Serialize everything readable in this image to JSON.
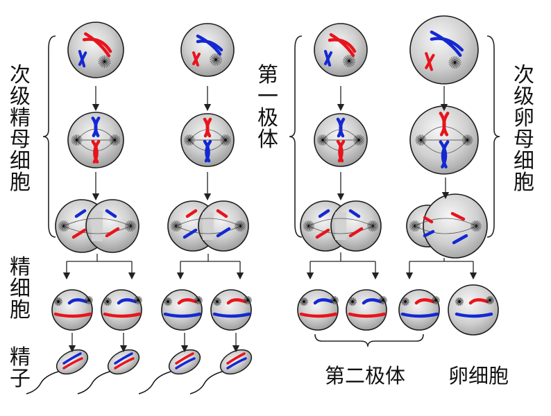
{
  "labels": {
    "secondary_spermatocyte": [
      "次",
      "级",
      "精",
      "母",
      "细",
      "胞"
    ],
    "first_polar_body": [
      "第",
      "一",
      "极",
      "体"
    ],
    "secondary_oocyte": [
      "次",
      "级",
      "卵",
      "母",
      "细",
      "胞"
    ],
    "spermatid": [
      "精",
      "细",
      "胞"
    ],
    "sperm": [
      "精",
      "子"
    ],
    "second_polar_body": "第二极体",
    "egg_cell": "卵细胞"
  },
  "colors": {
    "maternal_chromosome": "#e8141c",
    "paternal_chromosome": "#1428d2",
    "cell_fill": "#c8c8c8",
    "outline": "#1a1a1a"
  }
}
